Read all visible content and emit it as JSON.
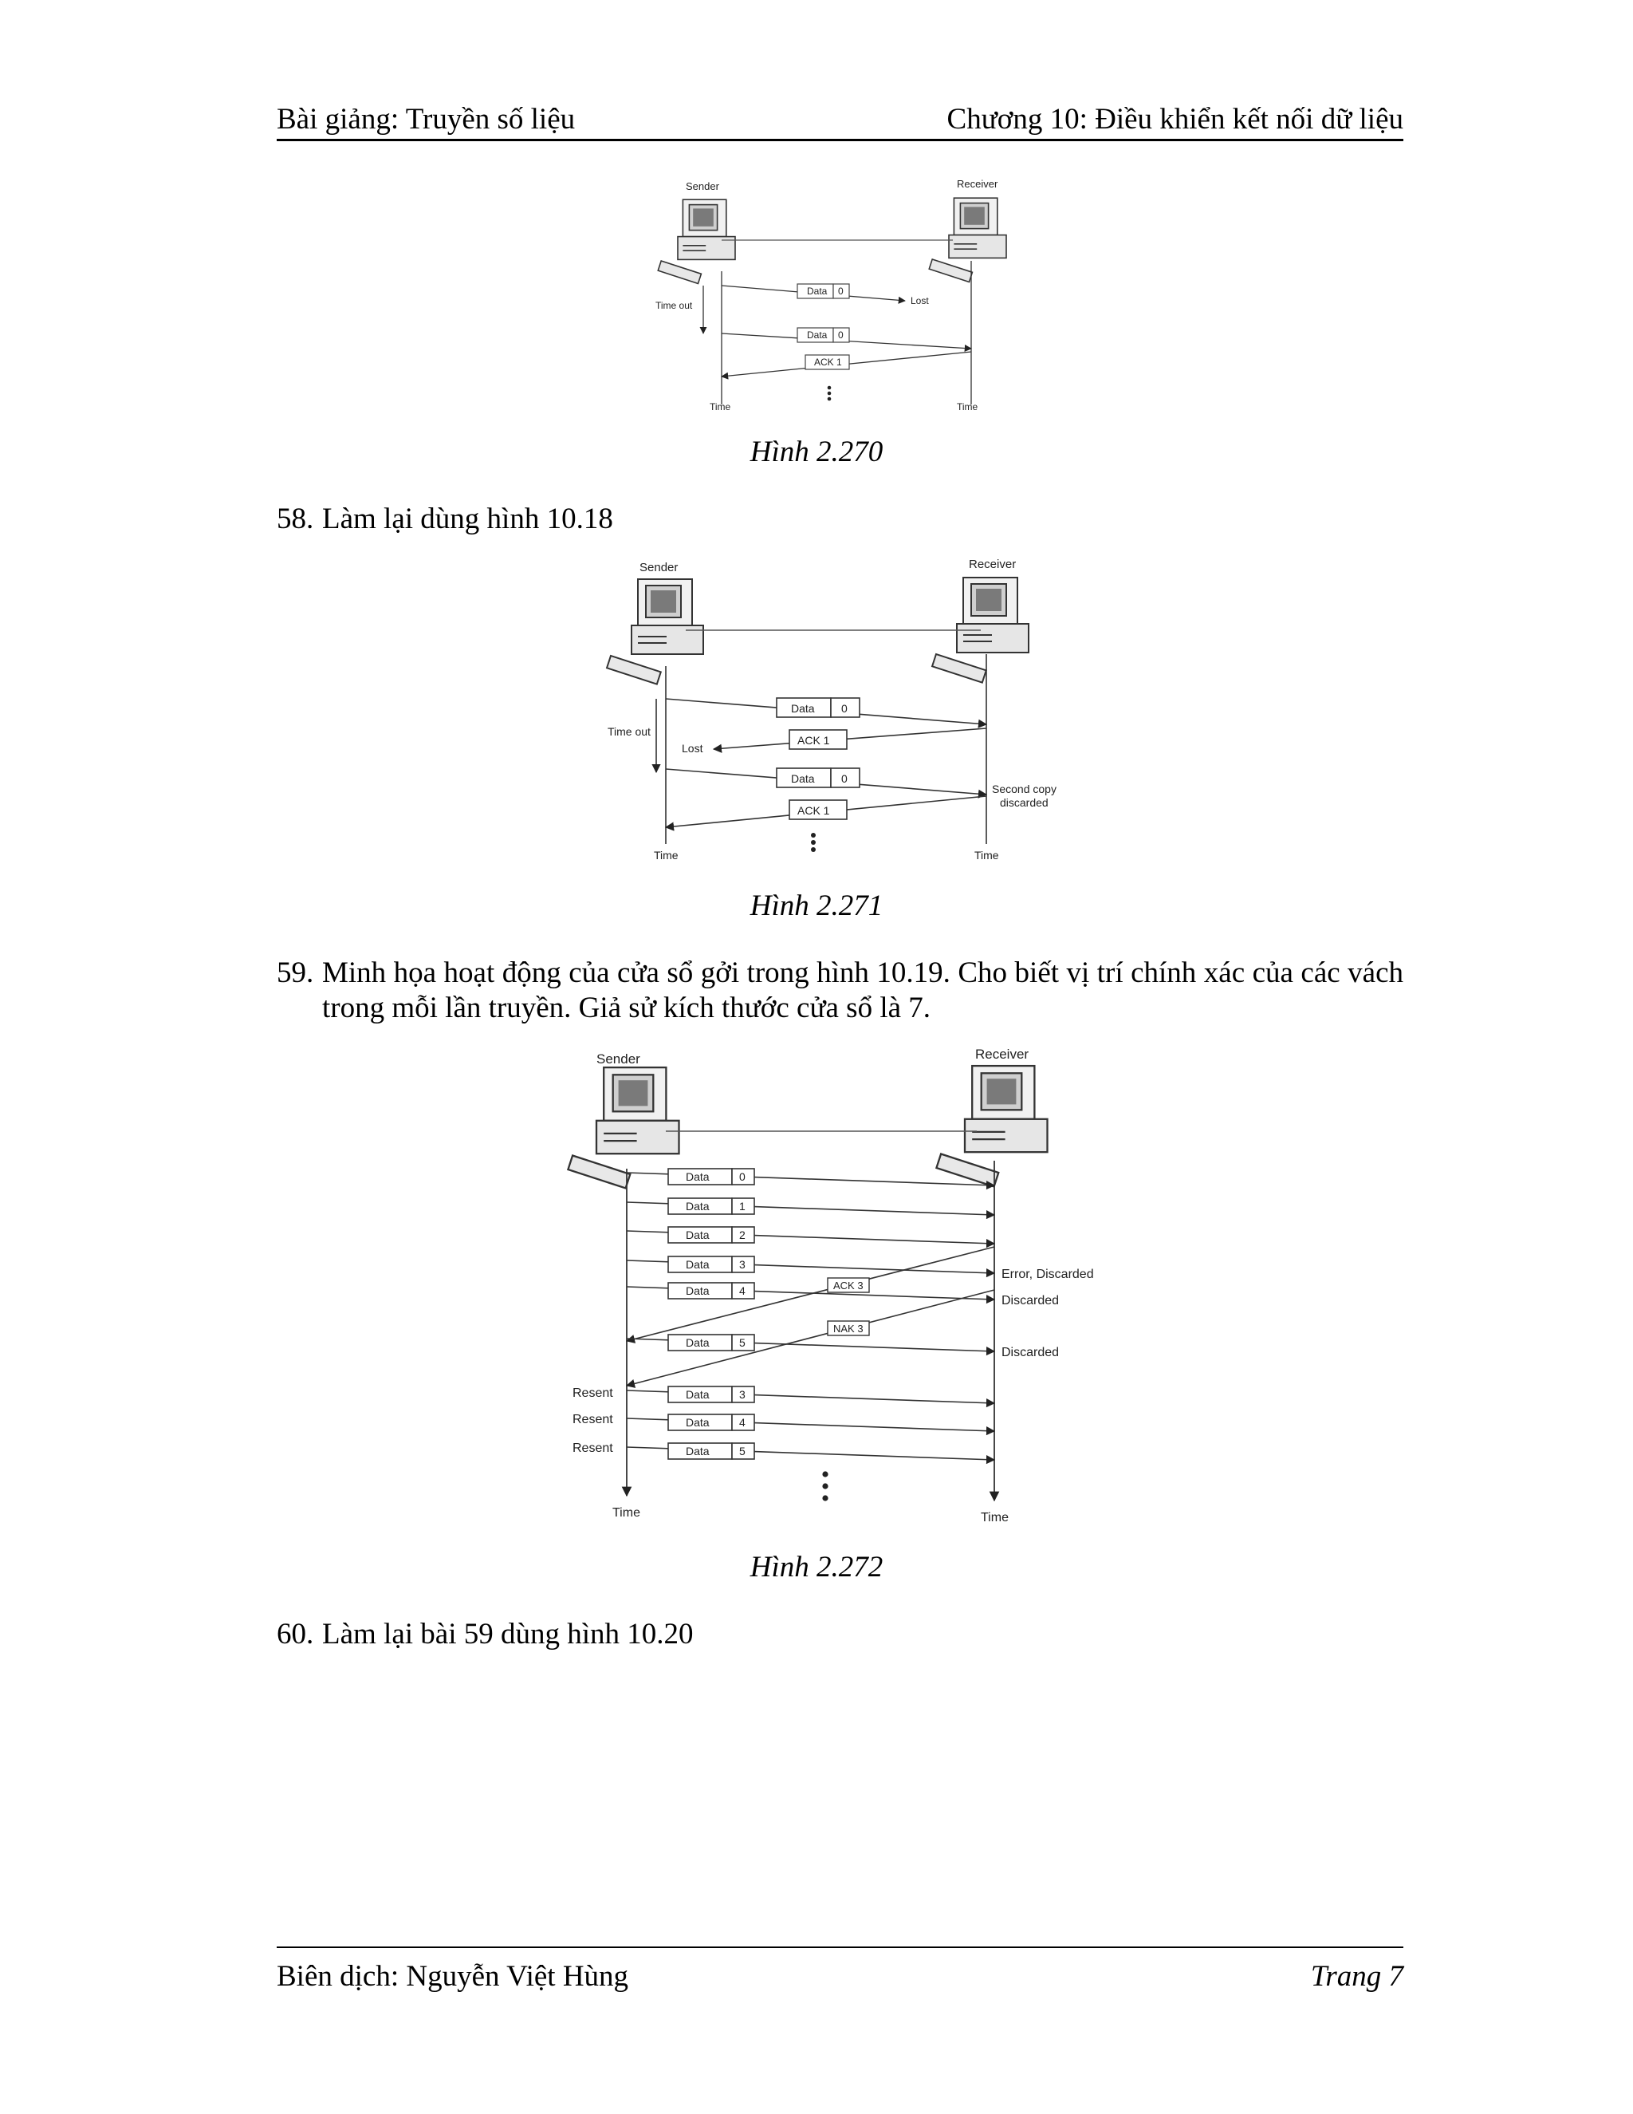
{
  "header": {
    "left": "Bài giảng: Truyền số liệu",
    "right": "Chương 10: Điều khiển kết nối dữ liệu"
  },
  "footer": {
    "left": "Biên dịch: Nguyễn Việt Hùng",
    "right": "Trang 7"
  },
  "figure1": {
    "caption": "Hình 2.270",
    "sender": "Sender",
    "receiver": "Receiver",
    "time_out": "Time out",
    "lost": "Lost",
    "data": "Data",
    "frame0": "0",
    "ack1": "ACK 1",
    "time_left": "Time",
    "time_right": "Time"
  },
  "question58": {
    "number": "58.",
    "text": "Làm lại dùng hình 10.18"
  },
  "figure2": {
    "caption": "Hình 2.271",
    "sender": "Sender",
    "receiver": "Receiver",
    "time_out": "Time out",
    "lost": "Lost",
    "data": "Data",
    "frame0": "0",
    "ack1": "ACK 1",
    "second_copy": "Second copy",
    "discarded": "discarded",
    "time_left": "Time",
    "time_right": "Time"
  },
  "question59": {
    "number": "59.",
    "text": "Minh họa hoạt động của cửa sổ gởi trong hình 10.19. Cho biết vị trí chính xác của các vách trong mỗi lần truyền. Giả sử kích thước cửa sổ là 7."
  },
  "figure3": {
    "caption": "Hình 2.272",
    "sender": "Sender",
    "receiver": "Receiver",
    "data": "Data",
    "frames_first": [
      "0",
      "1",
      "2",
      "3",
      "4"
    ],
    "frame5": "5",
    "frames_resent": [
      "3",
      "4",
      "5"
    ],
    "ack3": "ACK 3",
    "nak3": "NAK 3",
    "error_discarded": "Error, Discarded",
    "discarded": "Discarded",
    "resent": "Resent",
    "time_left": "Time",
    "time_right": "Time"
  },
  "question60": {
    "number": "60.",
    "text": "Làm lại bài 59 dùng hình 10.20"
  }
}
